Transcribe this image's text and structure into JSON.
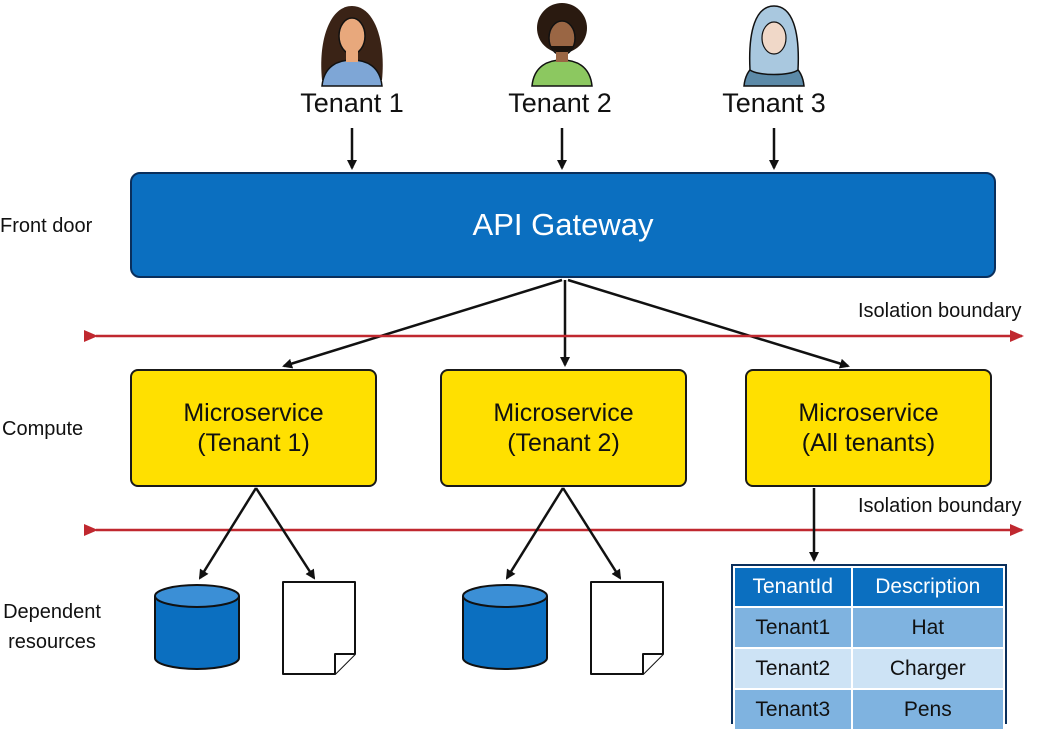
{
  "tenants": [
    {
      "label": "Tenant 1"
    },
    {
      "label": "Tenant 2"
    },
    {
      "label": "Tenant 3"
    }
  ],
  "layers": {
    "front_door": "Front door",
    "compute": "Compute",
    "dependent_line1": "Dependent",
    "dependent_line2": "resources"
  },
  "gateway": {
    "label": "API Gateway"
  },
  "boundaries": {
    "top": "Isolation boundary",
    "bottom": "Isolation boundary"
  },
  "microservices": [
    {
      "line1": "Microservice",
      "line2": "(Tenant 1)"
    },
    {
      "line1": "Microservice",
      "line2": "(Tenant 2)"
    },
    {
      "line1": "Microservice",
      "line2": "(All tenants)"
    }
  ],
  "table": {
    "headers": [
      "TenantId",
      "Description"
    ],
    "rows": [
      [
        "Tenant1",
        "Hat"
      ],
      [
        "Tenant2",
        "Charger"
      ],
      [
        "Tenant3",
        "Pens"
      ]
    ]
  },
  "colors": {
    "gateway": "#0b6fc0",
    "microservice": "#ffe000",
    "boundary": "#c0282f",
    "database": "#0b6fc0"
  }
}
